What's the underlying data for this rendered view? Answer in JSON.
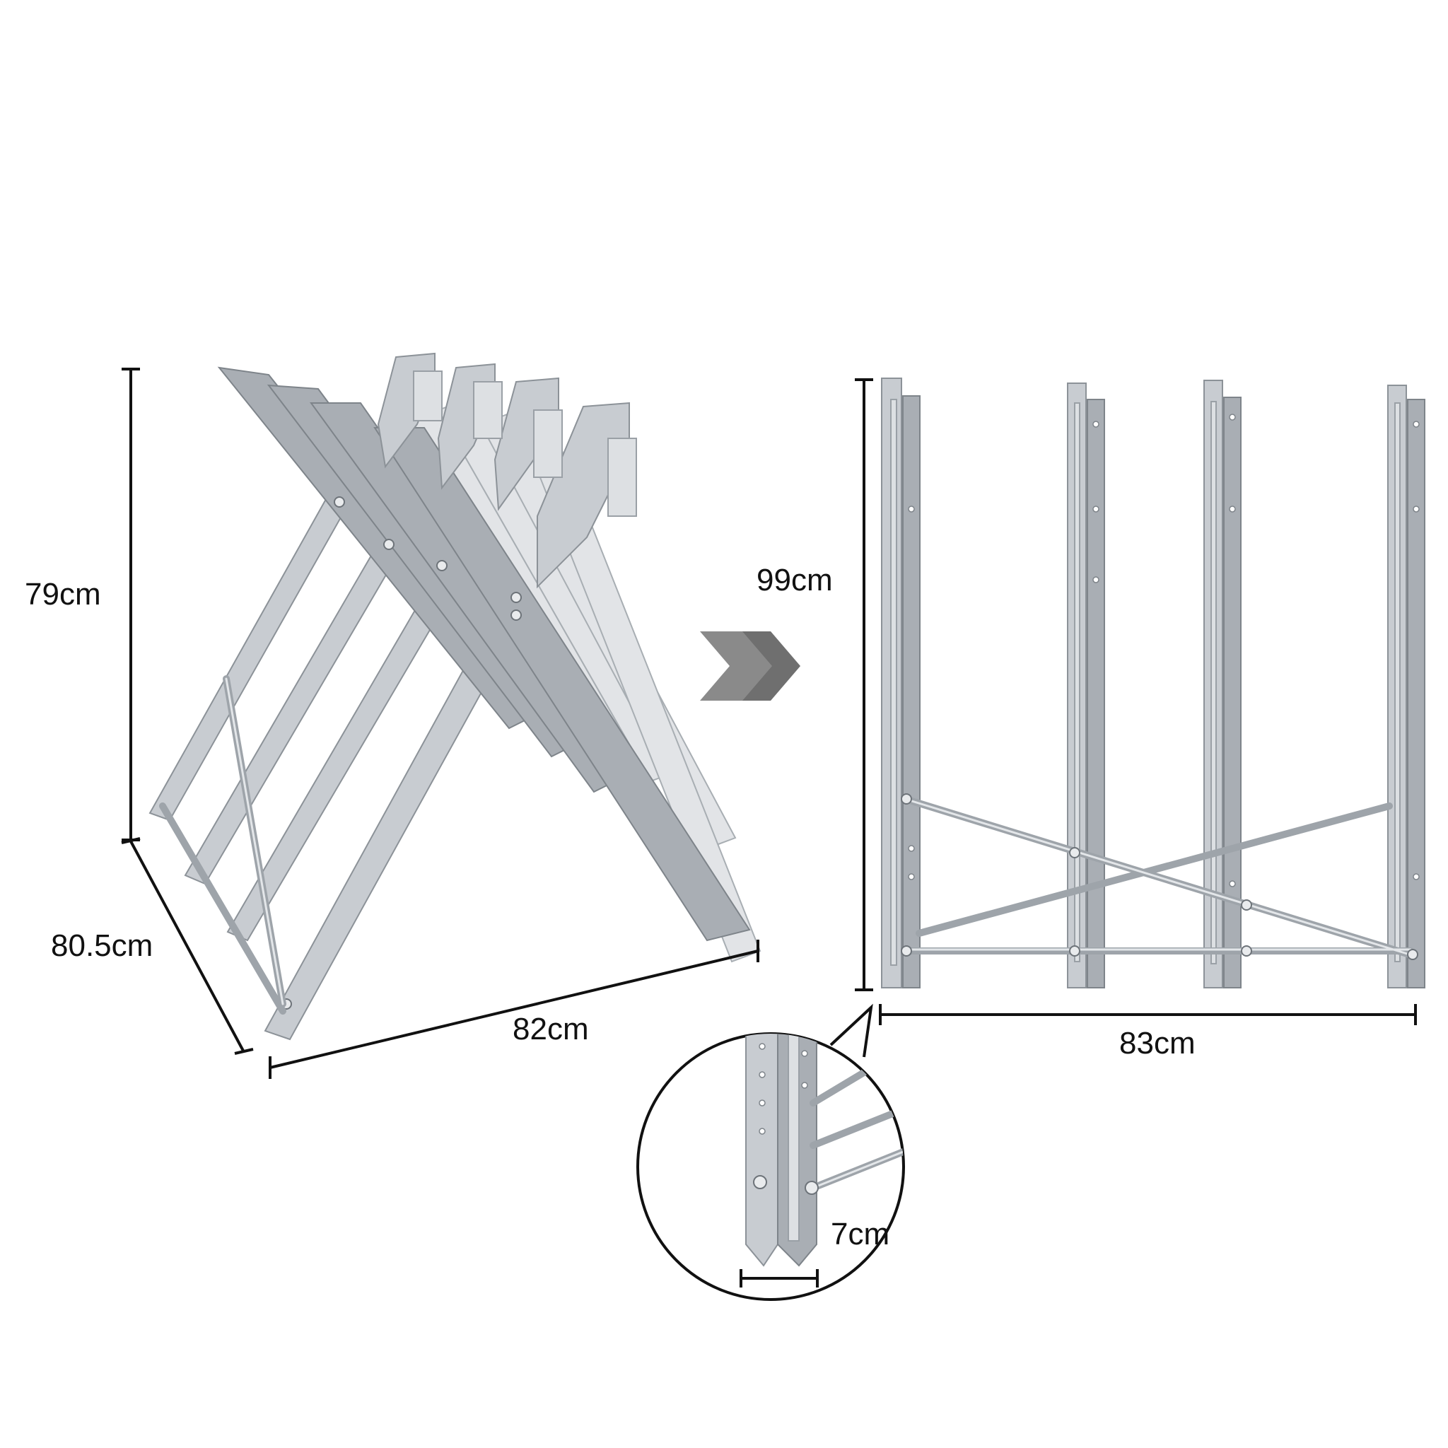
{
  "left_view": {
    "height_label": "79cm",
    "depth_label": "80.5cm",
    "width_label": "82cm"
  },
  "right_view": {
    "height_label": "99cm",
    "width_label": "83cm"
  },
  "detail": {
    "profile_width_label": "7cm"
  },
  "colors": {
    "metal": "#c8ccd1",
    "arrow": "#6f6f6f",
    "dimension_line": "#111111"
  }
}
